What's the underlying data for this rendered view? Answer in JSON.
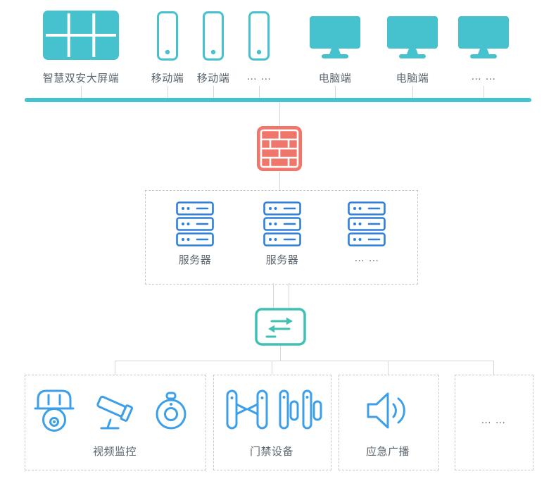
{
  "colors": {
    "teal": "#45C2CE",
    "switch_teal": "#3EC1B3",
    "server_blue": "#2E7FDB",
    "device_blue": "#3D9FE8",
    "firewall_red": "#F0756A",
    "connector_gray": "#D6D6D6",
    "dashed_border_gray": "#C8C8C8",
    "label_gray": "#5A646E"
  },
  "top_row": {
    "big_screen_label": "智慧双安大屏端",
    "mobile_labels": [
      "移动端",
      "移动端",
      "… …"
    ],
    "pc_labels": [
      "电脑端",
      "电脑端",
      "… …"
    ]
  },
  "server_group": {
    "labels": [
      "服务器",
      "服务器",
      "… …"
    ]
  },
  "bottom_row": {
    "video_surveillance_label": "视频监控",
    "access_control_label": "门禁设备",
    "emergency_broadcast_label": "应急广播",
    "more_label": "… …"
  }
}
